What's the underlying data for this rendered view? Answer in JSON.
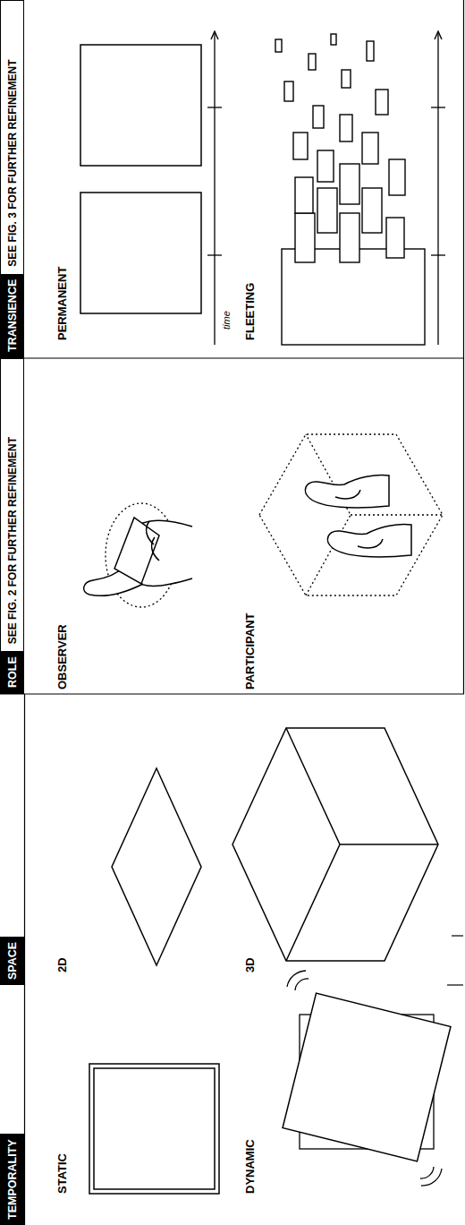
{
  "diagram": {
    "nodes": [
      {
        "text": [
          "TEMPORALITY"
        ]
      },
      {
        "text": [
          "SPACE"
        ]
      },
      {
        "text": [
          "ROLE",
          "SEE FIG. 2 FOR FURTHER REFINEMENT"
        ]
      },
      {
        "text": [
          "TRANSIENCE",
          "SEE FIG. 3 FOR FURTHER REFINEMENT"
        ]
      }
    ],
    "labels": [
      "STATIC",
      "DYNAMIC",
      "2D",
      "3D",
      "OBSERVER",
      "PARTICIPANT",
      "PERMANENT",
      "time",
      "FLEETING"
    ]
  }
}
